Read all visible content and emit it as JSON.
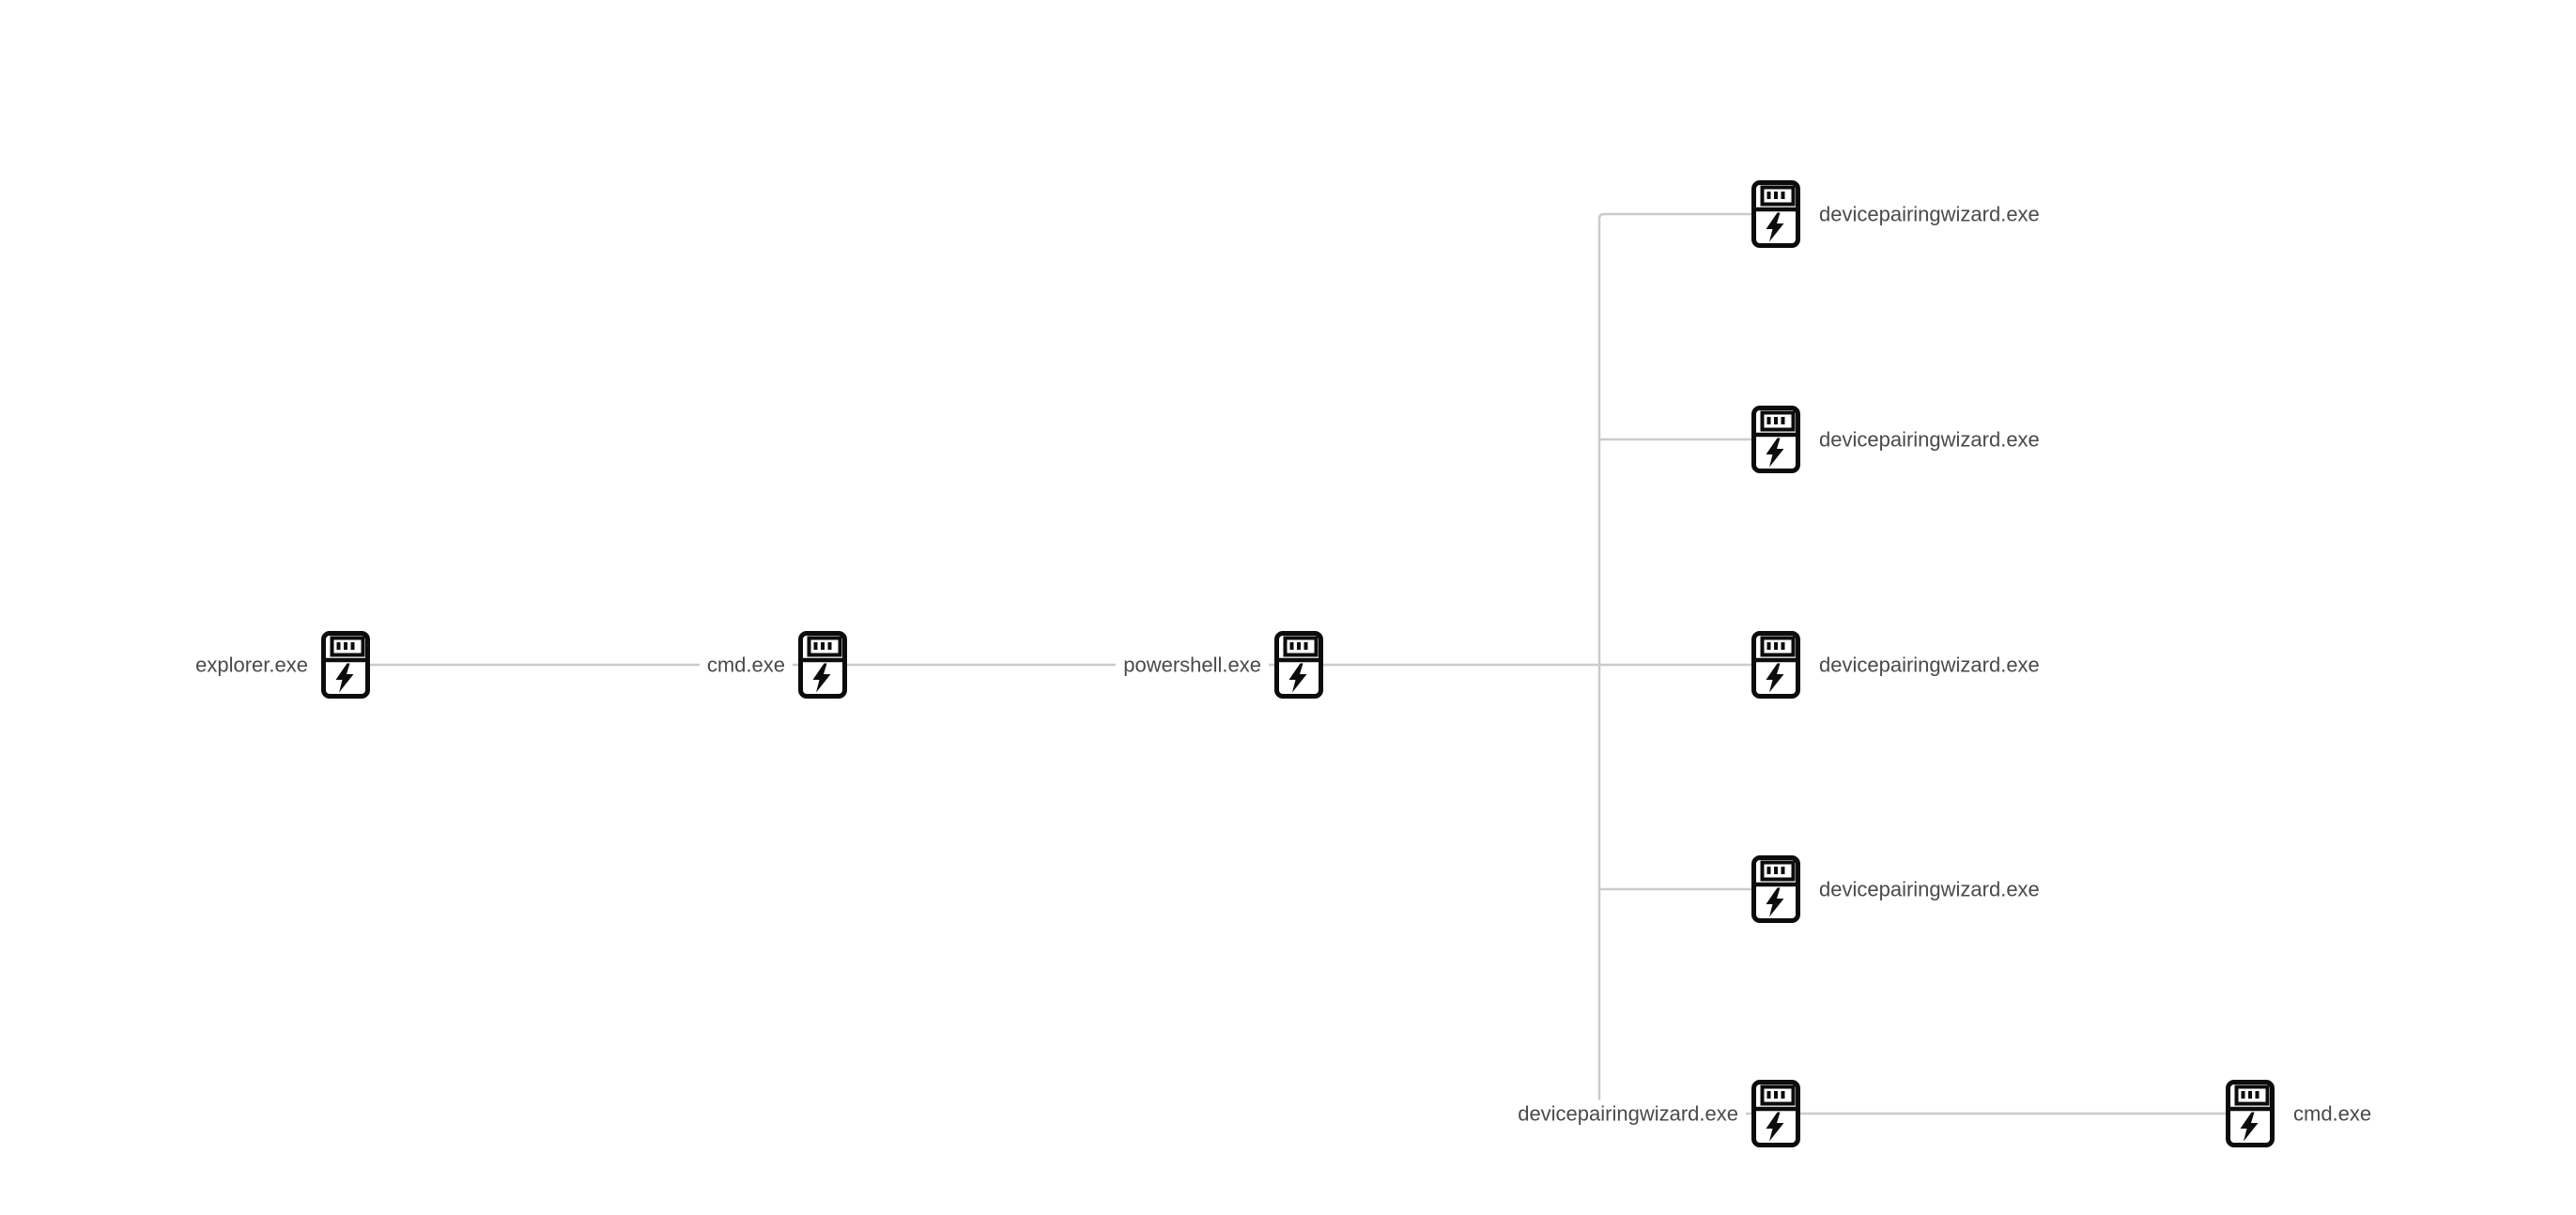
{
  "app": {
    "view": "process-tree-graph",
    "background": "#ffffff"
  },
  "palette": {
    "edge": "#cbcbcb",
    "label_text": "#4a4a4a",
    "icon_stroke": "#0c0c0c",
    "node_fill": "#ffffff"
  },
  "tree": {
    "nodes": [
      {
        "id": "n_explorer",
        "label": "explorer.exe",
        "label_side": "left",
        "icon": "process-lightning-icon"
      },
      {
        "id": "n_cmd_1",
        "label": "cmd.exe",
        "label_side": "left",
        "icon": "process-lightning-icon"
      },
      {
        "id": "n_powershell",
        "label": "powershell.exe",
        "label_side": "left",
        "icon": "process-lightning-icon"
      },
      {
        "id": "n_dpw_1",
        "label": "devicepairingwizard.exe",
        "label_side": "right",
        "icon": "process-lightning-icon"
      },
      {
        "id": "n_dpw_2",
        "label": "devicepairingwizard.exe",
        "label_side": "right",
        "icon": "process-lightning-icon"
      },
      {
        "id": "n_dpw_3",
        "label": "devicepairingwizard.exe",
        "label_side": "right",
        "icon": "process-lightning-icon"
      },
      {
        "id": "n_dpw_4",
        "label": "devicepairingwizard.exe",
        "label_side": "right",
        "icon": "process-lightning-icon"
      },
      {
        "id": "n_dpw_5",
        "label": "devicepairingwizard.exe",
        "label_side": "left",
        "icon": "process-lightning-icon"
      },
      {
        "id": "n_cmd_2",
        "label": "cmd.exe",
        "label_side": "right",
        "icon": "process-lightning-icon"
      }
    ],
    "edges": [
      {
        "parent": "n_explorer",
        "child": "n_cmd_1"
      },
      {
        "parent": "n_cmd_1",
        "child": "n_powershell"
      },
      {
        "parent": "n_powershell",
        "child": "n_dpw_1"
      },
      {
        "parent": "n_powershell",
        "child": "n_dpw_2"
      },
      {
        "parent": "n_powershell",
        "child": "n_dpw_3"
      },
      {
        "parent": "n_powershell",
        "child": "n_dpw_4"
      },
      {
        "parent": "n_powershell",
        "child": "n_dpw_5"
      },
      {
        "parent": "n_dpw_5",
        "child": "n_cmd_2"
      }
    ]
  }
}
